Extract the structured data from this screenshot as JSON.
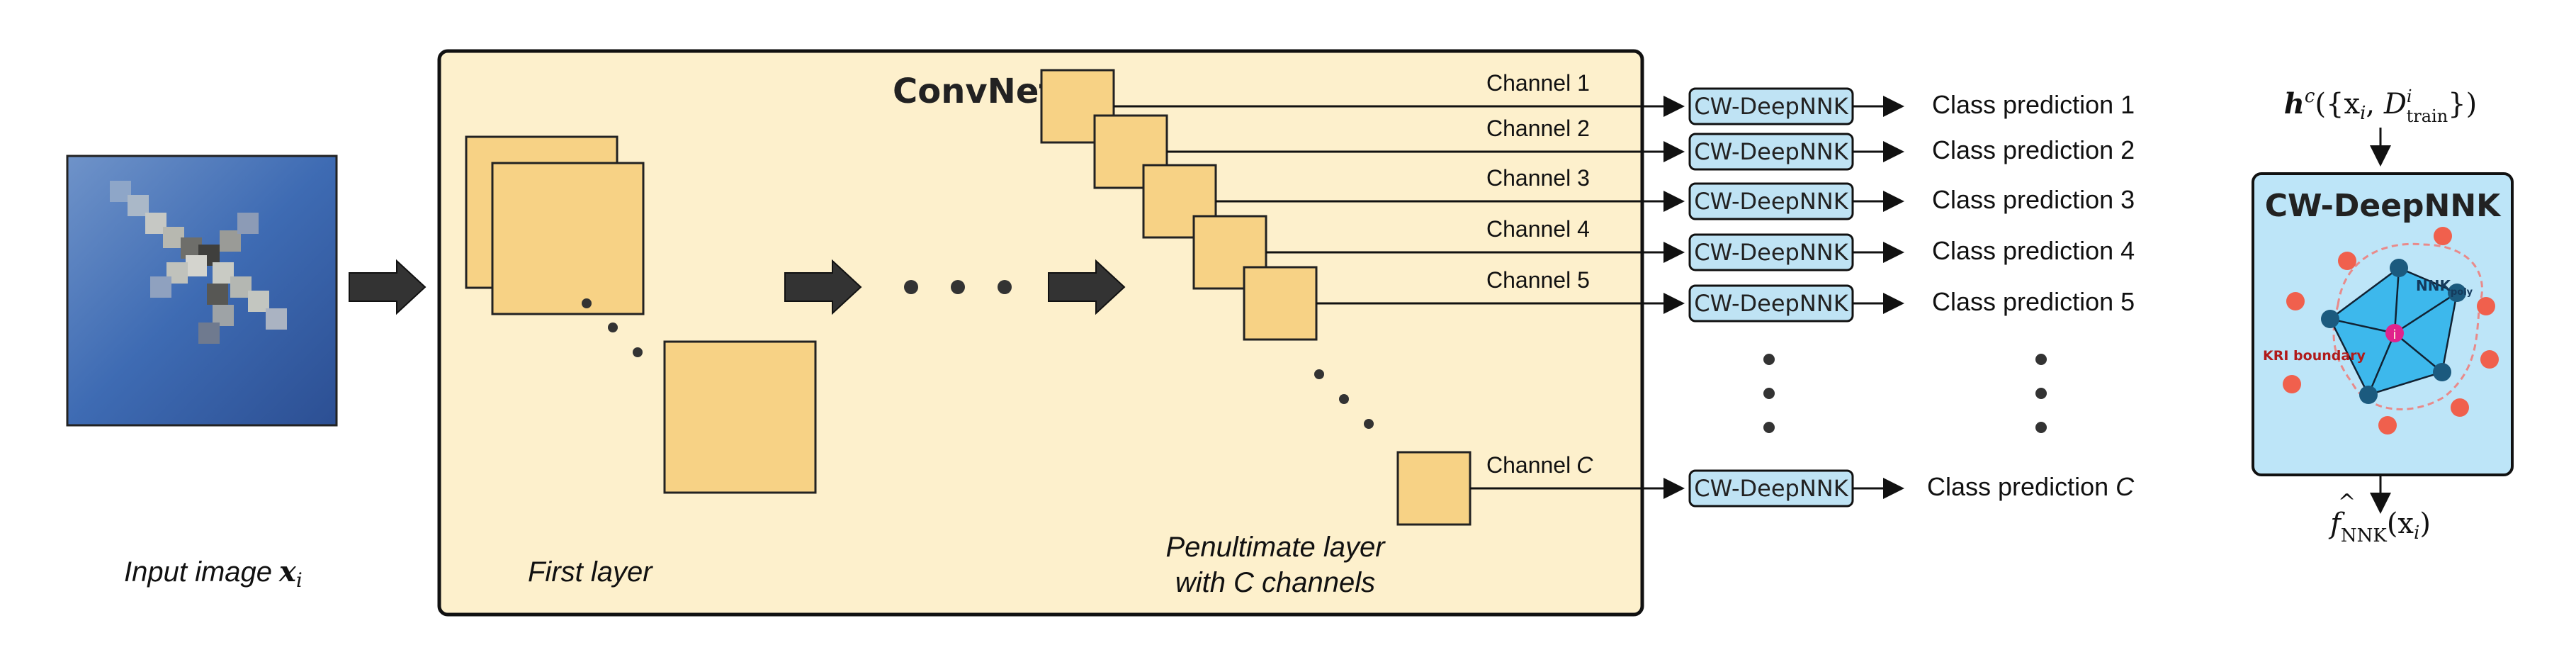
{
  "input": {
    "label_prefix": "Input image",
    "label_var": "x",
    "label_sub": "i"
  },
  "convnet": {
    "title": "ConvNet",
    "first_layer_label": "First layer",
    "penultimate_label_line1": "Penultimate layer",
    "penultimate_label_line2": "with C channels"
  },
  "channels": [
    {
      "channel": "Channel 1",
      "box": "CW-DeepNNK",
      "prediction": "Class prediction 1"
    },
    {
      "channel": "Channel 2",
      "box": "CW-DeepNNK",
      "prediction": "Class prediction 2"
    },
    {
      "channel": "Channel 3",
      "box": "CW-DeepNNK",
      "prediction": "Class prediction 3"
    },
    {
      "channel": "Channel 4",
      "box": "CW-DeepNNK",
      "prediction": "Class prediction 4"
    },
    {
      "channel": "Channel 5",
      "box": "CW-DeepNNK",
      "prediction": "Class prediction 5"
    }
  ],
  "last_channel": {
    "channel_prefix": "Channel",
    "channel_var": "C",
    "box": "CW-DeepNNK",
    "prediction_prefix": "Class prediction",
    "prediction_var": "C"
  },
  "detail": {
    "title": "CW-DeepNNK",
    "input_h": "h",
    "input_sup": "c",
    "input_rest": "({x",
    "input_i": "i",
    "input_comma": ", ",
    "input_D": "D",
    "input_Dsup": "i",
    "input_Dsub": "train",
    "input_close": "})",
    "nnk_label": "NNK",
    "nnk_sub": "poly",
    "kri_label": "KRI boundary",
    "output_f": "f",
    "output_hat": "^",
    "output_sub": "NNK",
    "output_rest": "(x",
    "output_i": "i",
    "output_close": ")"
  },
  "colors": {
    "convnet_bg": "#fdf0cc",
    "feature_map": "#f7d285",
    "cw_box": "#bfe3f4",
    "detail_bg": "#bde5f8",
    "node": "#1b5a7e",
    "poly_fill": "#3db8ec",
    "query_node": "#e0238c",
    "red_points": "#f0604d",
    "kri_text": "#b01a1a",
    "plane_sky": "#3a6bb8"
  }
}
